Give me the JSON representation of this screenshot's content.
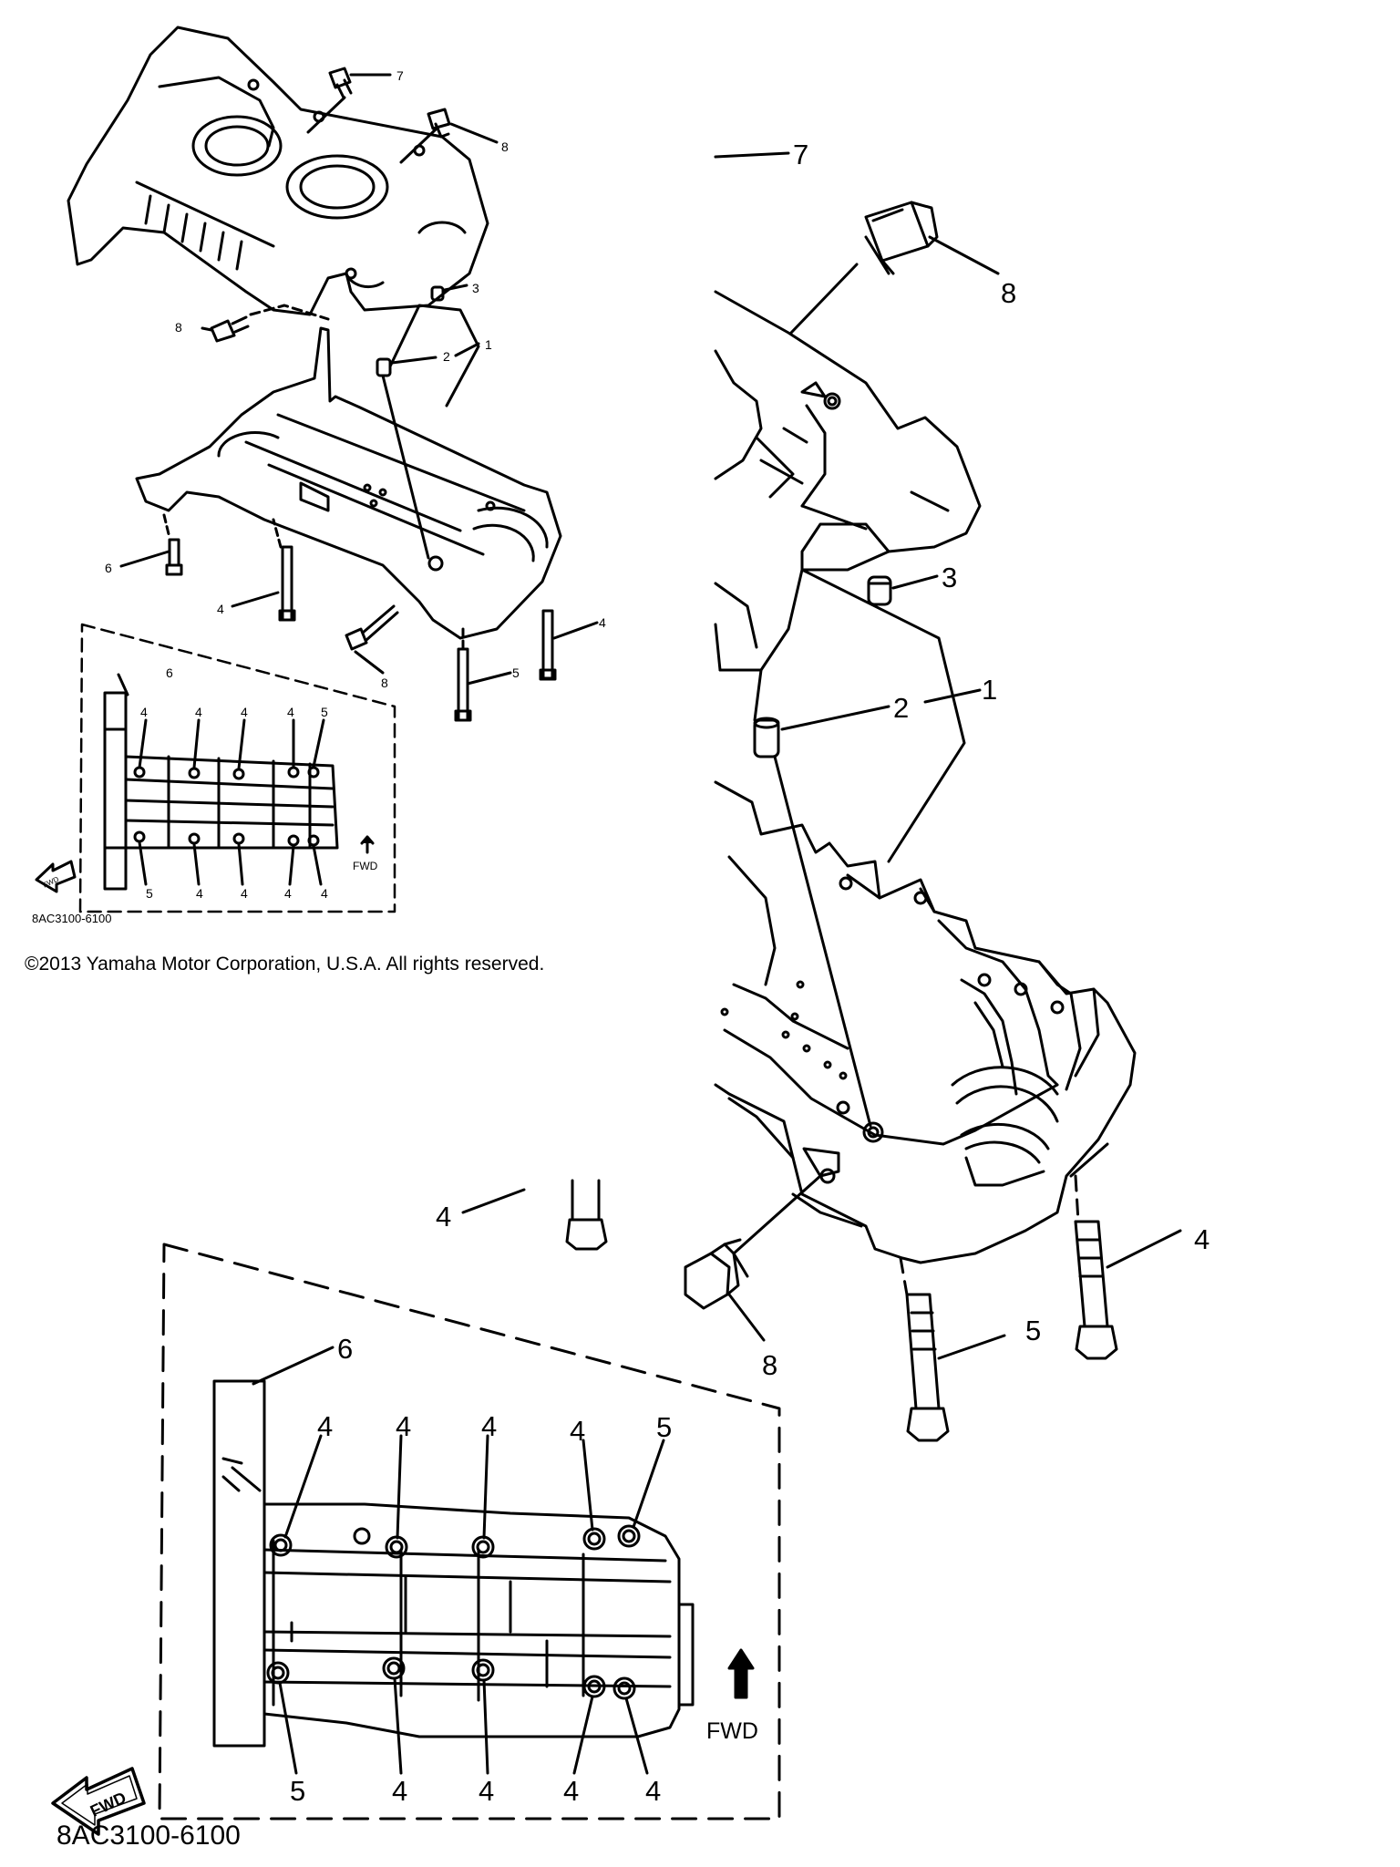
{
  "copyright": "©2013 Yamaha Motor Corporation, U.S.A. All rights reserved.",
  "small_view": {
    "diagram_code": "8AC3100-6100",
    "fwd_label": "FWD",
    "arrow_label": "FWD",
    "callouts": {
      "c7": "7",
      "c8a": "8",
      "c3": "3",
      "c8b": "8",
      "c2": "2",
      "c1": "1",
      "c6": "6",
      "c4a": "4",
      "c4b": "4",
      "c8c": "8",
      "c5": "5"
    },
    "inset_callouts": {
      "i6": "6",
      "t1": "4",
      "t2": "4",
      "t3": "4",
      "t4": "4",
      "t5": "5",
      "b1": "5",
      "b2": "4",
      "b3": "4",
      "b4": "4",
      "b5": "4"
    }
  },
  "large_view": {
    "diagram_code": "8AC3100-6100",
    "fwd_label": "FWD",
    "arrow_label": "FWD",
    "callouts": {
      "c7": "7",
      "c8a": "8",
      "c3": "3",
      "c2": "2",
      "c1": "1",
      "c4a": "4",
      "c8b": "8",
      "c5": "5",
      "c4b": "4"
    },
    "inset_callouts": {
      "i6": "6",
      "t1": "4",
      "t2": "4",
      "t3": "4",
      "t4": "4",
      "t5": "5",
      "b1": "5",
      "b2": "4",
      "b3": "4",
      "b4": "4",
      "b5": "4"
    }
  }
}
